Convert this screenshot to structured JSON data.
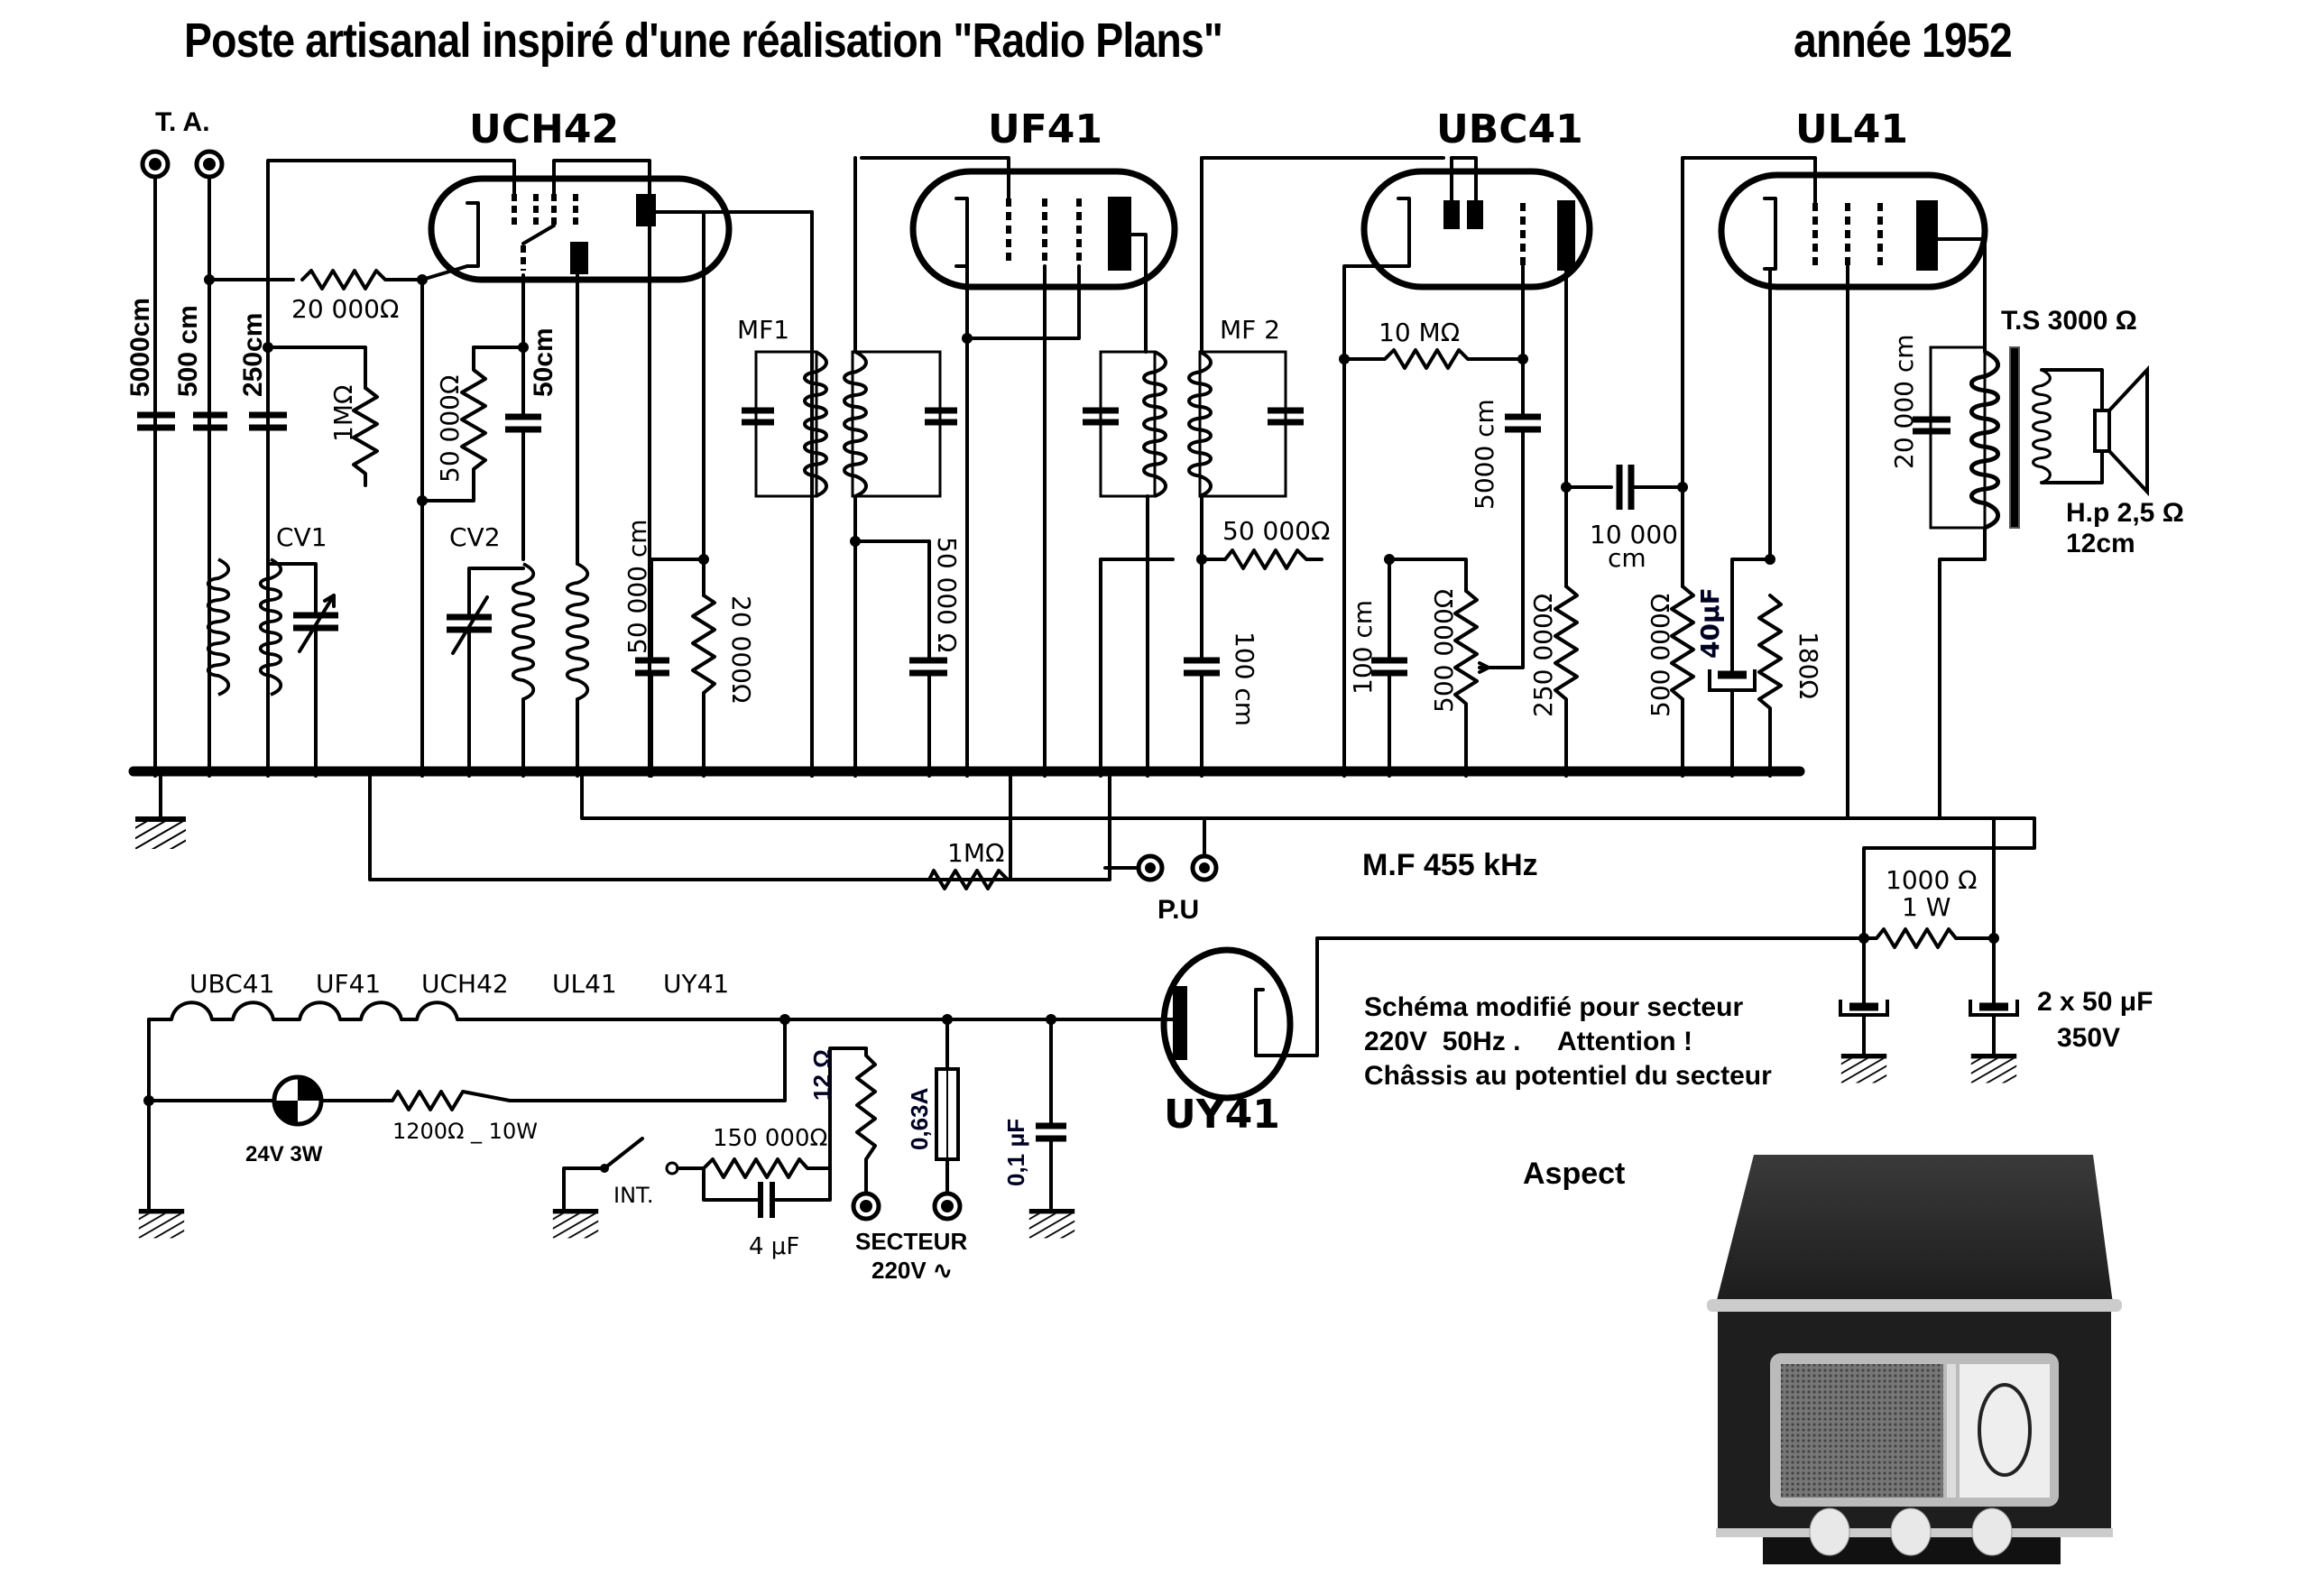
{
  "header": {
    "title": "Poste artisanal  inspiré d'une réalisation \"Radio Plans\"",
    "year": "année 1952"
  },
  "tubes": {
    "uch42": "UCH42",
    "uf41": "UF41",
    "ubc41": "UBC41",
    "ul41": "UL41",
    "uy41": "UY41"
  },
  "labels": {
    "antenna_ground": "T. A.",
    "r_20000_grid": "20 000Ω",
    "c_5000": "5000cm",
    "c_500": "500 cm",
    "c_250": "250cm",
    "r_1M_osc": "1MΩ",
    "r_50000_osc": "50 000Ω",
    "c_50": "50cm",
    "cv1": "CV1",
    "cv2": "CV2",
    "c_50000_uch": "50 000 cm",
    "r_20000_screen": "20 000Ω",
    "mf1": "MF1",
    "mf2": "MF 2",
    "r_50000_uf41": "50 000 Ω",
    "r_50000_det": "50 000Ω",
    "c_100_mf2": "100 cm",
    "r_10M": "10 MΩ",
    "c_5000_coupling": "5000 cm",
    "c_100_det": "100 cm",
    "pot_500000": "500 000Ω",
    "r_250000": "250 000Ω",
    "c_10000_line1": "10 000",
    "c_10000_line2": "cm",
    "r_500000_grid": "500 000Ω",
    "c_40uF": "40μF",
    "r_180": "180Ω",
    "transformer": "T.S 3000 Ω",
    "c_20000": "20 000 cm",
    "speaker_line1": "H.p 2,5 Ω",
    "speaker_line2": "12cm",
    "r_1M_pu": "1MΩ",
    "pickup": "P.U",
    "if_freq": "M.F 455 kHz",
    "r_1000_line1": "1000 Ω",
    "r_1000_line2": "1 W",
    "caps_filter_line1": "2 x 50 μF",
    "caps_filter_line2": "350V",
    "heater_ubc41": "UBC41",
    "heater_uf41": "UF41",
    "heater_uch42": "UCH42",
    "heater_ul41": "UL41",
    "heater_uy41": "UY41",
    "lamp": "24V 3W",
    "r_1200": "1200Ω _ 10W",
    "r_150000": "150 000Ω",
    "r_12": "12 Ω",
    "fuse": "0,63A",
    "c_01uF": "0,1 μF",
    "switch": "INT.",
    "c_4uF": "4 μF",
    "mains_line1": "SECTEUR",
    "mains_line2": "220V ∿"
  },
  "notes": {
    "modification": "Schéma modifié pour secteur\n220V  50Hz .     Attention !\nChâssis au potentiel du secteur",
    "aspect": "Aspect"
  },
  "photo": {
    "subject": "radio-cabinet-photo"
  }
}
